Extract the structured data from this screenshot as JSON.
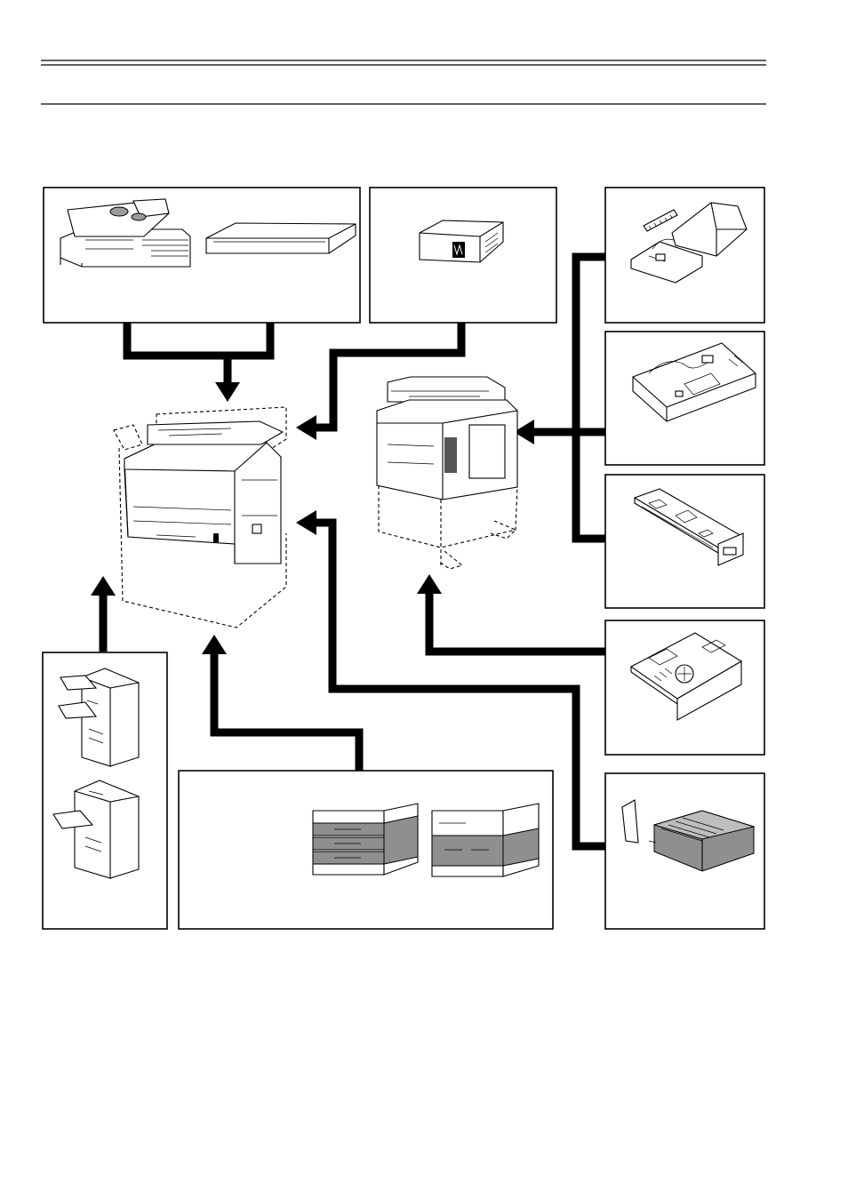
{
  "page": {
    "title": "",
    "description_text": ""
  },
  "colors": {
    "ink": "#000000",
    "paper": "#ffffff",
    "tray_shading": "#8f8f8f"
  },
  "options": [
    {
      "id": "document-processor",
      "icon": "document-processor-icon"
    },
    {
      "id": "original-cover",
      "icon": "original-cover-icon"
    },
    {
      "id": "key-counter",
      "icon": "key-counter-icon"
    },
    {
      "id": "memory-hdd",
      "icon": "memory-hdd-icon"
    },
    {
      "id": "fax-kit",
      "icon": "fax-kit-icon"
    },
    {
      "id": "network-card",
      "icon": "network-card-icon"
    },
    {
      "id": "printer-kit",
      "icon": "printer-kit-icon"
    },
    {
      "id": "duplex-unit",
      "icon": "duplex-unit-icon"
    },
    {
      "id": "document-finisher",
      "icon": "finisher-icon"
    },
    {
      "id": "paper-feeder",
      "icon": "paper-feeder-icon"
    }
  ]
}
